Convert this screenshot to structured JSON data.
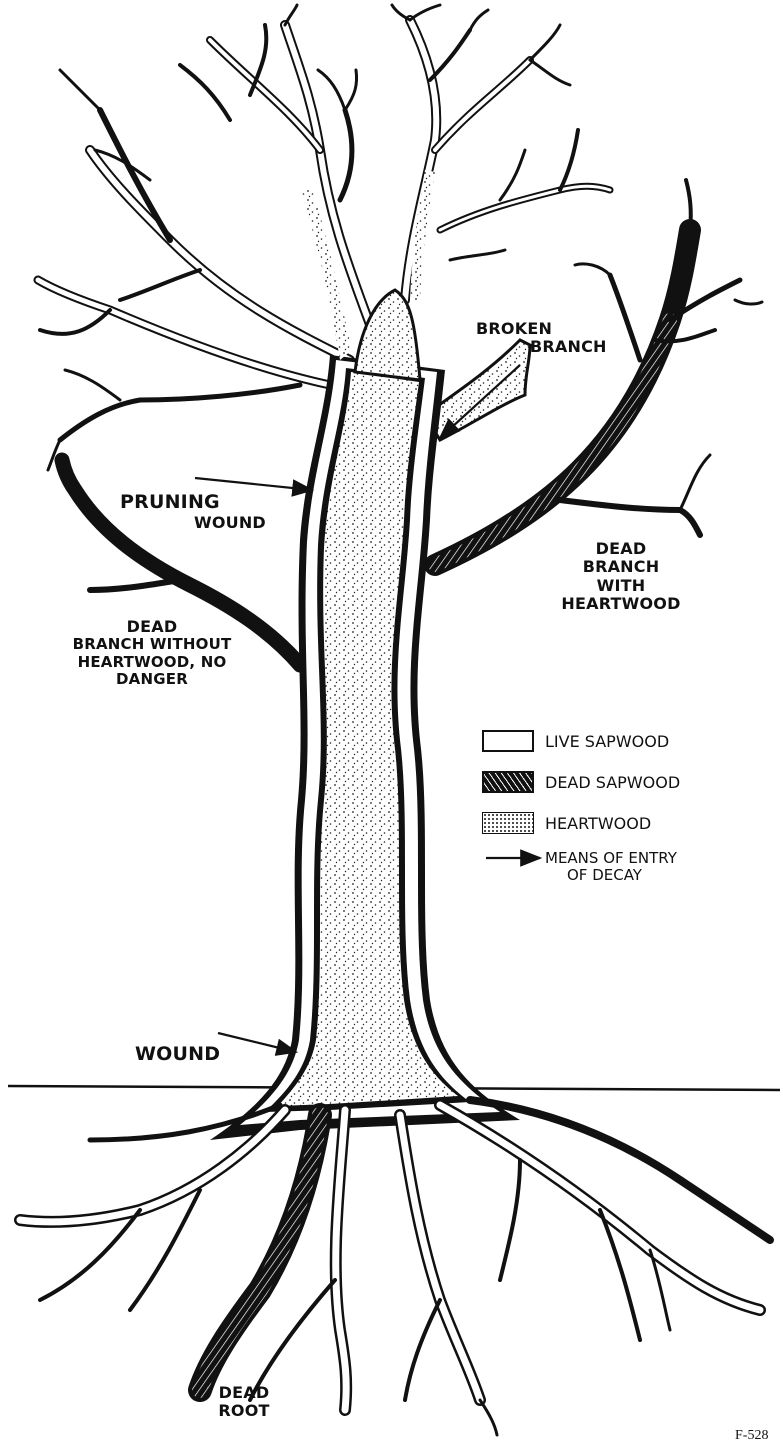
{
  "labels": {
    "broken_branch_1": "BROKEN",
    "broken_branch_2": "BRANCH",
    "pruning_wound_1": "PRUNING",
    "pruning_wound_2": "WOUND",
    "dead_with_1": "DEAD",
    "dead_with_2": "BRANCH WITH",
    "dead_with_3": "HEARTWOOD",
    "dead_without_1": "DEAD",
    "dead_without_2": "BRANCH WITHOUT",
    "dead_without_3": "HEARTWOOD, NO",
    "dead_without_4": "DANGER",
    "wound": "WOUND",
    "dead_root_1": "DEAD",
    "dead_root_2": "ROOT"
  },
  "legend": {
    "live_sapwood": "LIVE SAPWOOD",
    "dead_sapwood": "DEAD SAPWOOD",
    "heartwood": "HEARTWOOD",
    "entry_1": "MEANS OF ENTRY",
    "entry_2": "OF DECAY"
  },
  "figure_number": "F-528",
  "colors": {
    "ink": "#111111",
    "paper": "#ffffff"
  }
}
